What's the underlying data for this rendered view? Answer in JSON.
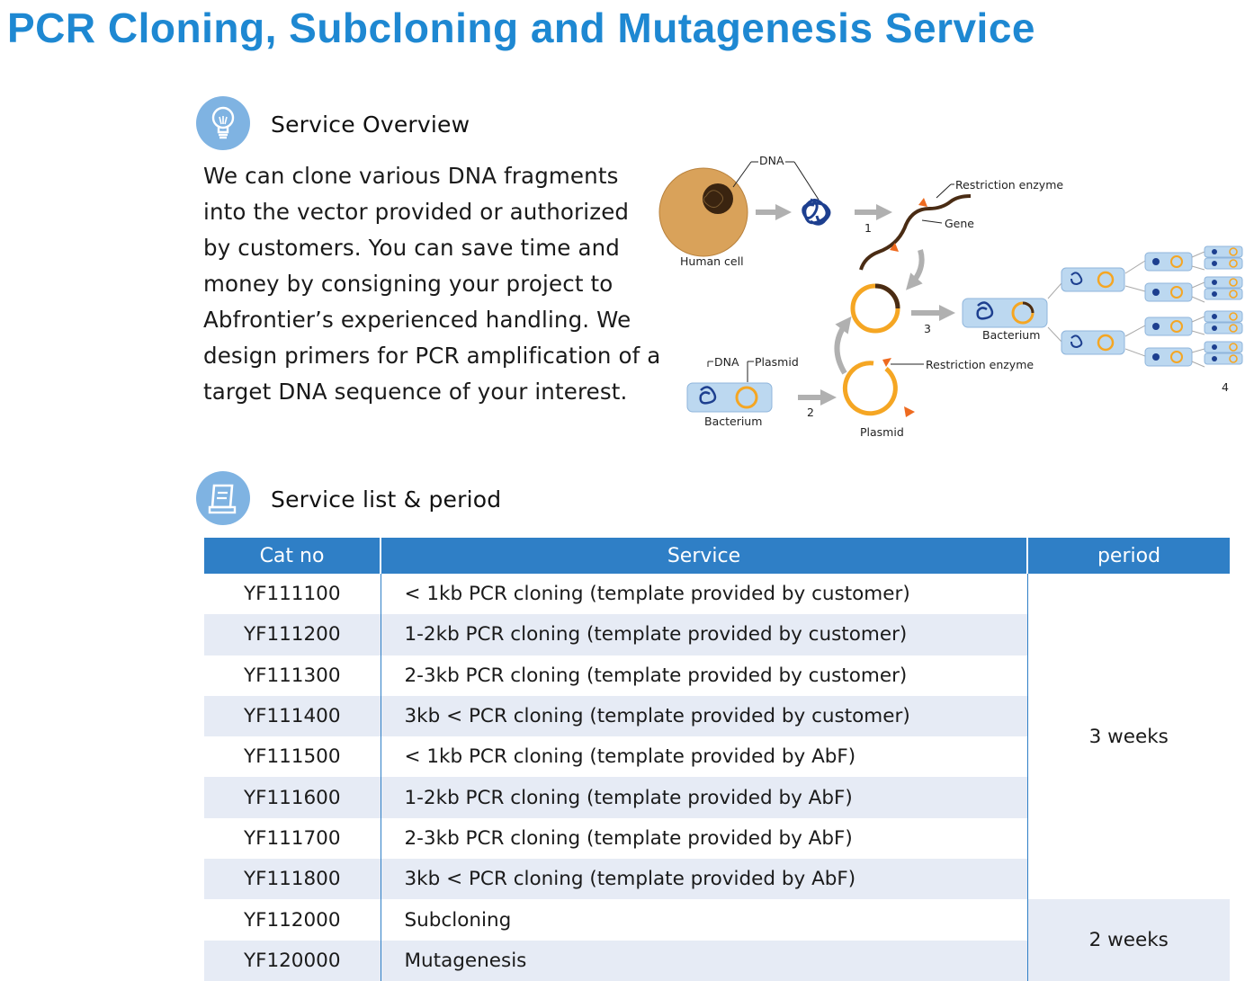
{
  "page": {
    "title": "PCR Cloning, Subcloning and Mutagenesis Service"
  },
  "overview": {
    "heading": "Service Overview",
    "icon": "lightbulb-icon",
    "lines": [
      "We can clone various DNA fragments",
      "into the vector provided or authorized",
      "by customers.  You can save time  and",
      "money by consigning your project to",
      "Abfrontier’s experienced handling.  We",
      "design primers for PCR amplification of a",
      "target DNA sequence of your interest."
    ]
  },
  "diagram": {
    "labels": {
      "dna_top": "DNA",
      "human_cell": "Human cell",
      "restriction_enzyme_top": "Restriction enzyme",
      "gene": "Gene",
      "dna_bottom": "DNA",
      "plasmid_top": "Plasmid",
      "bacterium_left": "Bacterium",
      "restriction_enzyme_bottom": "Restriction enzyme",
      "plasmid_bottom": "Plasmid",
      "bacterium_right": "Bacterium",
      "step1": "1",
      "step2": "2",
      "step3": "3",
      "step4": "4"
    },
    "colors": {
      "cell": "#d9a25a",
      "dna": "#1d3f8f",
      "plasmid": "#f5a623",
      "gene": "#4a2c14",
      "enzyme": "#ee6a1f",
      "arrow": "#b0b0b0",
      "bacterium": "#bcd8f0"
    }
  },
  "service_list": {
    "heading": "Service list & period",
    "icon": "document-icon",
    "columns": [
      "Cat no",
      "Service",
      "period"
    ],
    "rows": [
      {
        "cat": "YF111100",
        "service": "< 1kb PCR cloning (template provided by customer)"
      },
      {
        "cat": "YF111200",
        "service": "1-2kb PCR cloning (template provided by customer)"
      },
      {
        "cat": "YF111300",
        "service": "2-3kb PCR cloning (template provided by customer)"
      },
      {
        "cat": "YF111400",
        "service": "3kb < PCR cloning  (template provided by customer)"
      },
      {
        "cat": "YF111500",
        "service": "< 1kb PCR cloning (template provided by AbF)"
      },
      {
        "cat": "YF111600",
        "service": "1-2kb PCR cloning (template provided by AbF)"
      },
      {
        "cat": "YF111700",
        "service": "2-3kb PCR cloning (template provided by AbF)"
      },
      {
        "cat": "YF111800",
        "service": "3kb < PCR cloning (template provided by AbF)"
      },
      {
        "cat": "YF112000",
        "service": "Subcloning"
      },
      {
        "cat": "YF120000",
        "service": "Mutagenesis"
      }
    ],
    "periods": [
      "3 weeks",
      "2 weeks"
    ],
    "header_color": "#2f7fc6",
    "stripe_color": "#e6ebf5"
  }
}
